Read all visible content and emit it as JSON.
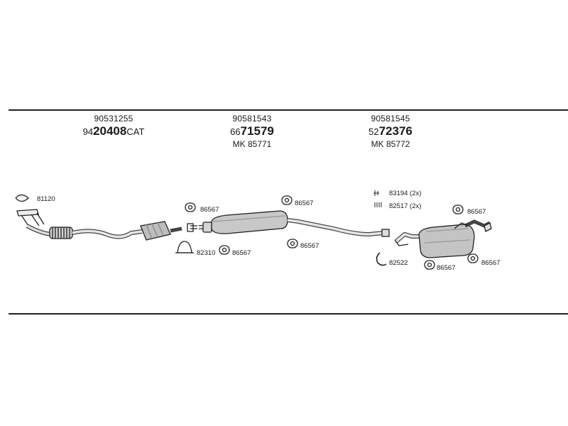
{
  "sections": [
    {
      "oe": "90531255",
      "prefix": "94",
      "number": "20408",
      "suffix": "CAT",
      "mk": ""
    },
    {
      "oe": "90581543",
      "prefix": "66",
      "number": "71579",
      "suffix": "",
      "mk": "MK 85771"
    },
    {
      "oe": "90581545",
      "prefix": "52",
      "number": "72376",
      "suffix": "",
      "mk": "MK 85772"
    }
  ],
  "parts": {
    "p1": "81120",
    "p2": "86567",
    "p3": "82310",
    "p4": "86567",
    "p5": "86567",
    "p6": "86567",
    "p7": "83194 (2x)",
    "p8": "82517 (2x)",
    "p9": "86567",
    "p10": "82522",
    "p11": "86567",
    "p12": "86567"
  }
}
